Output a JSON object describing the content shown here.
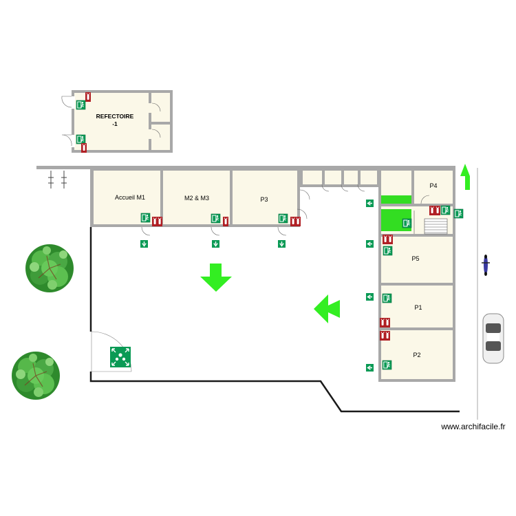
{
  "rooms": {
    "refectoire_line1": "REFECTOIRE",
    "refectoire_line2": "-1",
    "accueil": "Accueil M1",
    "m2m3": "M2 & M3",
    "p3": "P3",
    "p4": "P4",
    "p5": "P5",
    "p1": "P1",
    "p2": "P2"
  },
  "watermark": "www.archifacile.fr",
  "icons": {
    "exit_sign": "emergency-exit-icon",
    "fire_extinguisher": "fire-extinguisher-icon",
    "evacuation_arrow": "evacuation-arrow-icon",
    "assembly_point": "assembly-point-icon",
    "tree": "tree-icon",
    "car": "car-icon",
    "motorcycle": "motorcycle-icon",
    "pedestrian": "pedestrian-icon"
  },
  "colors": {
    "room_fill": "#fbf8e8",
    "wall": "#a8a8a8",
    "outline": "#1a1a1a",
    "exit_green": "#0a9a55",
    "fire_red": "#b01f24",
    "arrow_green": "#33ee22",
    "tree_green": "#3fa03a"
  }
}
